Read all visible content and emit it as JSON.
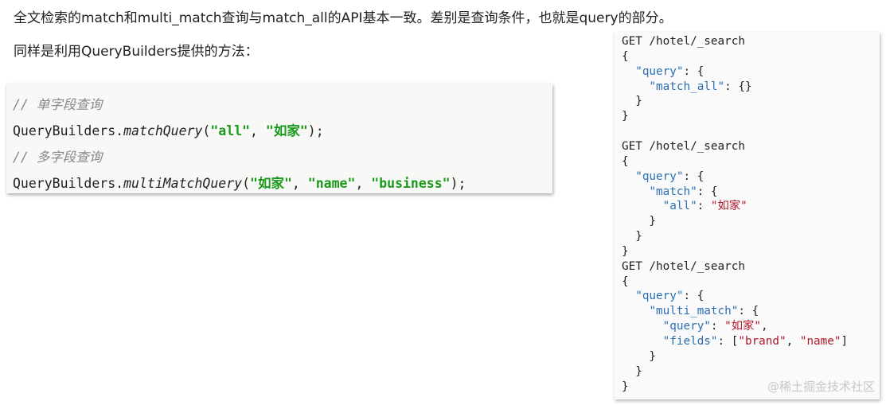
{
  "paragraphs": {
    "intro": "全文检索的match和multi_match查询与match_all的API基本一致。差别是查询条件，也就是query的部分。",
    "builders": "同样是利用QueryBuilders提供的方法："
  },
  "java_code": [
    [
      [
        "// 单字段查询",
        "cmt"
      ]
    ],
    [
      [
        "QueryBuilders.",
        ""
      ],
      [
        "matchQuery",
        "it"
      ],
      [
        "(",
        ""
      ],
      [
        "\"all\"",
        "str"
      ],
      [
        ", ",
        ""
      ],
      [
        "\"如家\"",
        "str"
      ],
      [
        ");",
        ""
      ]
    ],
    [
      [
        "// 多字段查询",
        "cmt"
      ]
    ],
    [
      [
        "QueryBuilders.",
        ""
      ],
      [
        "multiMatchQuery",
        "it"
      ],
      [
        "(",
        ""
      ],
      [
        "\"如家\"",
        "str"
      ],
      [
        ", ",
        ""
      ],
      [
        "\"name\"",
        "str"
      ],
      [
        ", ",
        ""
      ],
      [
        "\"business\"",
        "str"
      ],
      [
        ");",
        ""
      ]
    ]
  ],
  "dsl_code": [
    [
      [
        "GET /hotel/_search",
        ""
      ]
    ],
    [
      [
        "{",
        ""
      ]
    ],
    [
      [
        "  ",
        ""
      ],
      [
        "\"query\"",
        "key"
      ],
      [
        ": {",
        ""
      ]
    ],
    [
      [
        "    ",
        ""
      ],
      [
        "\"match_all\"",
        "key"
      ],
      [
        ": {}",
        ""
      ]
    ],
    [
      [
        "  }",
        ""
      ]
    ],
    [
      [
        "}",
        ""
      ]
    ],
    [
      [
        "",
        ""
      ]
    ],
    [
      [
        "GET /hotel/_search",
        ""
      ]
    ],
    [
      [
        "{",
        ""
      ]
    ],
    [
      [
        "  ",
        ""
      ],
      [
        "\"query\"",
        "key"
      ],
      [
        ": {",
        ""
      ]
    ],
    [
      [
        "    ",
        ""
      ],
      [
        "\"match\"",
        "key"
      ],
      [
        ": {",
        ""
      ]
    ],
    [
      [
        "      ",
        ""
      ],
      [
        "\"all\"",
        "key"
      ],
      [
        ": ",
        ""
      ],
      [
        "\"如家\"",
        "val"
      ]
    ],
    [
      [
        "    }",
        ""
      ]
    ],
    [
      [
        "  }",
        ""
      ]
    ],
    [
      [
        "}",
        ""
      ]
    ],
    [
      [
        "GET /hotel/_search",
        ""
      ]
    ],
    [
      [
        "{",
        ""
      ]
    ],
    [
      [
        "  ",
        ""
      ],
      [
        "\"query\"",
        "key"
      ],
      [
        ": {",
        ""
      ]
    ],
    [
      [
        "    ",
        ""
      ],
      [
        "\"multi_match\"",
        "key"
      ],
      [
        ": {",
        ""
      ]
    ],
    [
      [
        "      ",
        ""
      ],
      [
        "\"query\"",
        "key"
      ],
      [
        ": ",
        ""
      ],
      [
        "\"如家\"",
        "val"
      ],
      [
        ",",
        ""
      ]
    ],
    [
      [
        "      ",
        ""
      ],
      [
        "\"fields\"",
        "key"
      ],
      [
        ": [",
        ""
      ],
      [
        "\"brand\"",
        "val"
      ],
      [
        ", ",
        ""
      ],
      [
        "\"name\"",
        "val"
      ],
      [
        "]",
        ""
      ]
    ],
    [
      [
        "    }",
        ""
      ]
    ],
    [
      [
        "  }",
        ""
      ]
    ],
    [
      [
        "}",
        ""
      ]
    ]
  ],
  "watermark": "@稀土掘金技术社区"
}
